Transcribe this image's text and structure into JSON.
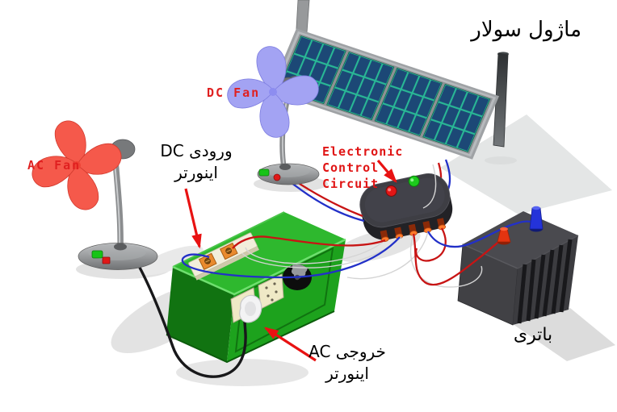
{
  "labels": {
    "solar_module": "ماژول سولار",
    "dc_fan": "DC Fan",
    "ac_fan": "AC Fan",
    "inverter_dc_input": {
      "line1": "ورودی DC",
      "line2": "اینورتر"
    },
    "control_circuit": {
      "line1": "Electronic",
      "line2": "Control",
      "line3": "Circuit"
    },
    "inverter_ac_output": {
      "line1": "خروجی AC",
      "line2": "اینورتر"
    },
    "battery": "باتری"
  },
  "colors": {
    "background": "#ffffff",
    "label_text_black": "#000000",
    "label_text_red": "#e01414",
    "arrow_red": "#e81212",
    "wire_red": "#c81414",
    "wire_blue": "#2230c8",
    "wire_gray": "#d4d4d4",
    "cable_black": "#18181a",
    "inverter_green": "#1da21d",
    "inverter_green_top": "#2eb82e",
    "inverter_green_side": "#117311",
    "panel_cell_blue": "#1c4876",
    "panel_grid_teal": "#29b895",
    "panel_frame_silver": "#b7babd",
    "dc_fan_blue": "#a3a3f3",
    "ac_fan_red": "#f5594b",
    "battery_gray": "#414145",
    "terminal_positive_red": "#e33410",
    "terminal_negative_blue": "#2433d9",
    "socket_cream": "#efe9c6",
    "control_box_dark": "#222226",
    "control_box_top": "#3e3e44",
    "led_red": "#e31616",
    "led_green": "#1ccb1c",
    "connector_orange": "#ff7a2a"
  }
}
